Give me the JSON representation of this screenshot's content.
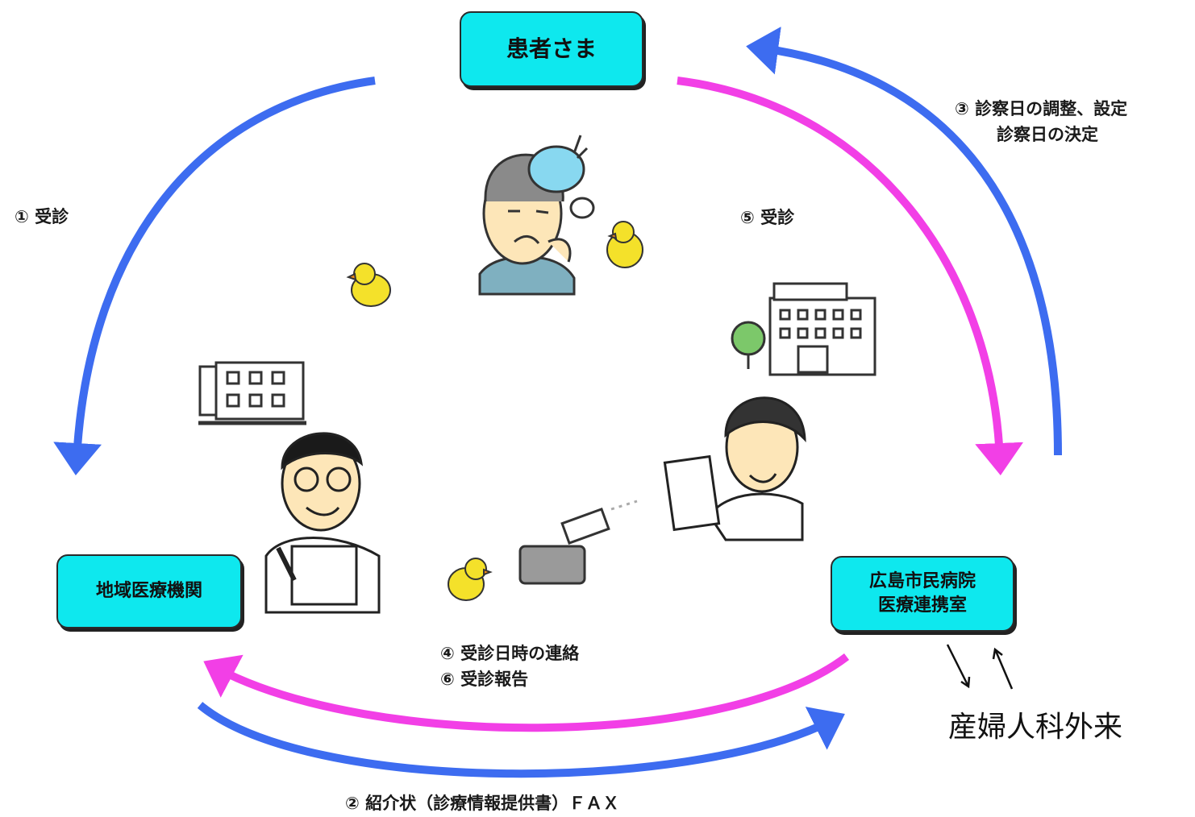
{
  "nodes": {
    "patient": "患者さま",
    "local_clinic": "地域医療機関",
    "city_hospital_line1": "広島市民病院",
    "city_hospital_line2": "医療連携室"
  },
  "labels": {
    "step1": "① 受診",
    "step3_line1": "③ 診察日の調整、設定",
    "step3_line2": "診察日の決定",
    "step5": "⑤ 受診",
    "step4": "④ 受診日時の連絡",
    "step6": "⑥ 受診報告",
    "step2": "② 紹介状（診療情報提供書）ＦＡＸ",
    "department": "産婦人科外来"
  },
  "colors": {
    "node_fill": "#0ee8ee",
    "arrow_blue": "#3d6cf0",
    "arrow_magenta": "#f23fe6"
  }
}
